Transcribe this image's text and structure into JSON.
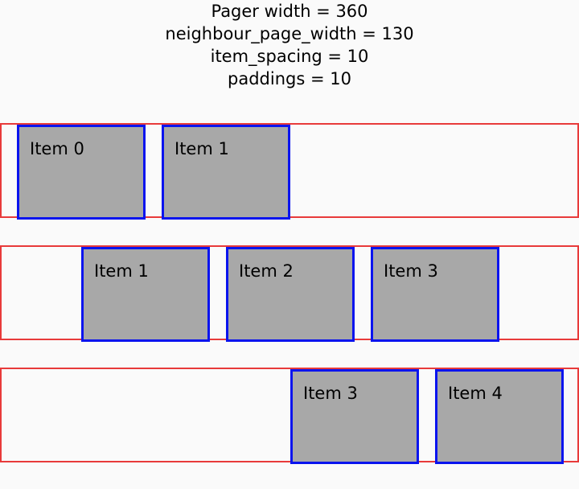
{
  "caption": [
    "Pager width = 360",
    "neighbour_page_width = 130",
    "item_spacing = 10",
    "paddings = 10"
  ],
  "pagers": [
    {
      "items": [
        "Item 0",
        "Item 1"
      ]
    },
    {
      "items": [
        "Item 1",
        "Item 2",
        "Item 3"
      ]
    },
    {
      "items": [
        "Item 3",
        "Item 4"
      ]
    }
  ],
  "colors": {
    "pager_border": "#e83a3a",
    "item_border": "#0a14ee",
    "item_fill": "#a8a8a8",
    "background": "#fafafa"
  }
}
